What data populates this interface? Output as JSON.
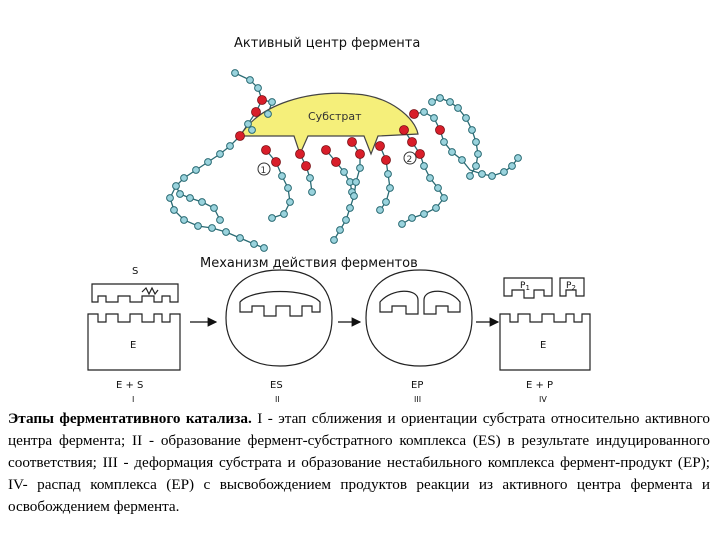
{
  "active_site": {
    "title": "Активный центр фермента",
    "substrate_label": "Субстрат",
    "marker_1": "1",
    "marker_2": "2"
  },
  "mechanism": {
    "title": "Механизм действия ферментов",
    "stage1": {
      "substrate": "S",
      "enzyme": "E",
      "formula": "E + S",
      "numeral": "I"
    },
    "stage2": {
      "formula": "ES",
      "numeral": "II"
    },
    "stage3": {
      "formula": "EP",
      "numeral": "III"
    },
    "stage4": {
      "product1": "P",
      "product1_sub": "1",
      "product2": "P",
      "product2_sub": "2",
      "enzyme": "E",
      "formula": "E + P",
      "numeral": "IV"
    }
  },
  "caption": {
    "bold": "Этапы ферментативного катализа.",
    "text": " I - этап сближения и ориентации субстрата относительно активного центра фермента; II - образование фермент-субстратного комплекса (ES) в результате индуцированного соответствия; III - деформация субстрата и образование нестабильного комплекса фермент-продукт (ЕР); IV- распад комплекса (ЕР) с высвобождением продуктов реакции из активного центра фермента и освобождением фермента."
  }
}
